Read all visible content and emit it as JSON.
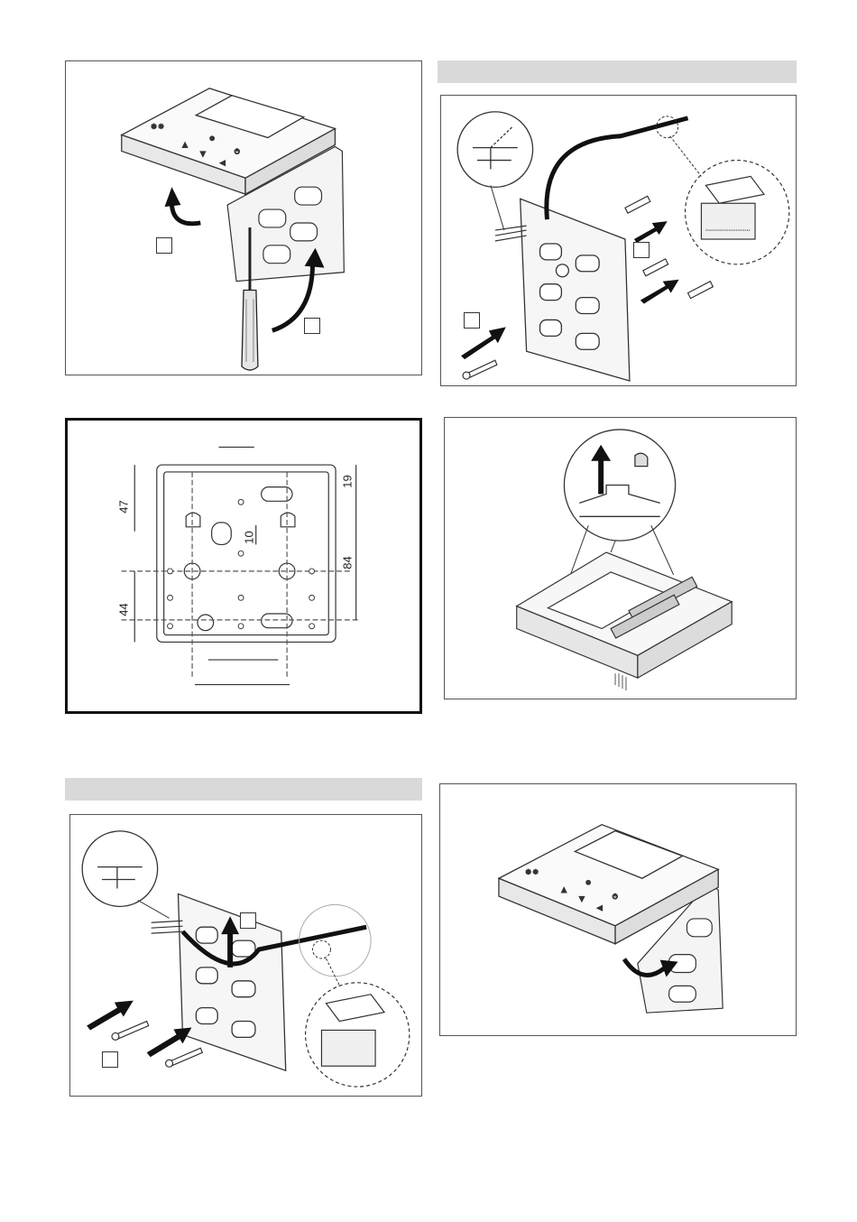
{
  "dimensions": {
    "left_top": "47",
    "left_bottom": "44",
    "right_top": "19",
    "right_main": "84",
    "center_small": "10"
  },
  "colors": {
    "bar": "#d9d9d9",
    "line": "#333333",
    "panel_border": "#555555"
  },
  "icons": [
    "wall-controller-icon",
    "screwdriver-icon",
    "rotate-arrow-icon",
    "wall-plug-icon",
    "screw-icon",
    "indoor-unit-icon",
    "push-arrow-icon"
  ]
}
